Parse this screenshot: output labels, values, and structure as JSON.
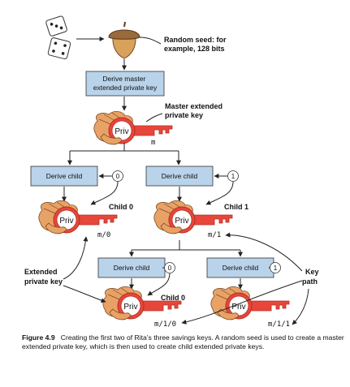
{
  "labels": {
    "random_seed": [
      "Random seed: for",
      "example, 128 bits"
    ],
    "master_key": [
      "Master extended",
      "private key"
    ],
    "child0_l1": "Child 0",
    "child1_l1": "Child 1",
    "child0_l2": "Child 0",
    "extended_private_key": [
      "Extended",
      "private key"
    ],
    "key_path": [
      "Key",
      "path"
    ]
  },
  "boxes": {
    "derive_master": [
      "Derive master",
      "extended private key"
    ],
    "derive_child": "Derive child"
  },
  "keys": {
    "priv_label": "Priv",
    "master_path": "m",
    "path_m0": "m/0",
    "path_m1": "m/1",
    "path_m10": "m/1/0",
    "path_m11": "m/1/1"
  },
  "indices": {
    "l1_left": "0",
    "l1_right": "1",
    "l2_left": "0",
    "l2_right": "1"
  },
  "caption": {
    "figure": "Figure 4.9",
    "text": "Creating the first two of Rita’s three savings keys. A random seed is used to create a master extended private key, which is then used to create child extended private keys."
  },
  "colors": {
    "box_fill": "#b9d3ea",
    "box_stroke": "#333333",
    "key_red": "#e8463a",
    "key_red_dark": "#b42e24",
    "hand_fill": "#e9a266",
    "hand_stroke": "#7a4a22",
    "acorn_cap": "#9a6a3a",
    "acorn_body": "#d8a15c"
  },
  "icons": [
    "dice-icon",
    "acorn-icon",
    "hand-key-icon"
  ]
}
